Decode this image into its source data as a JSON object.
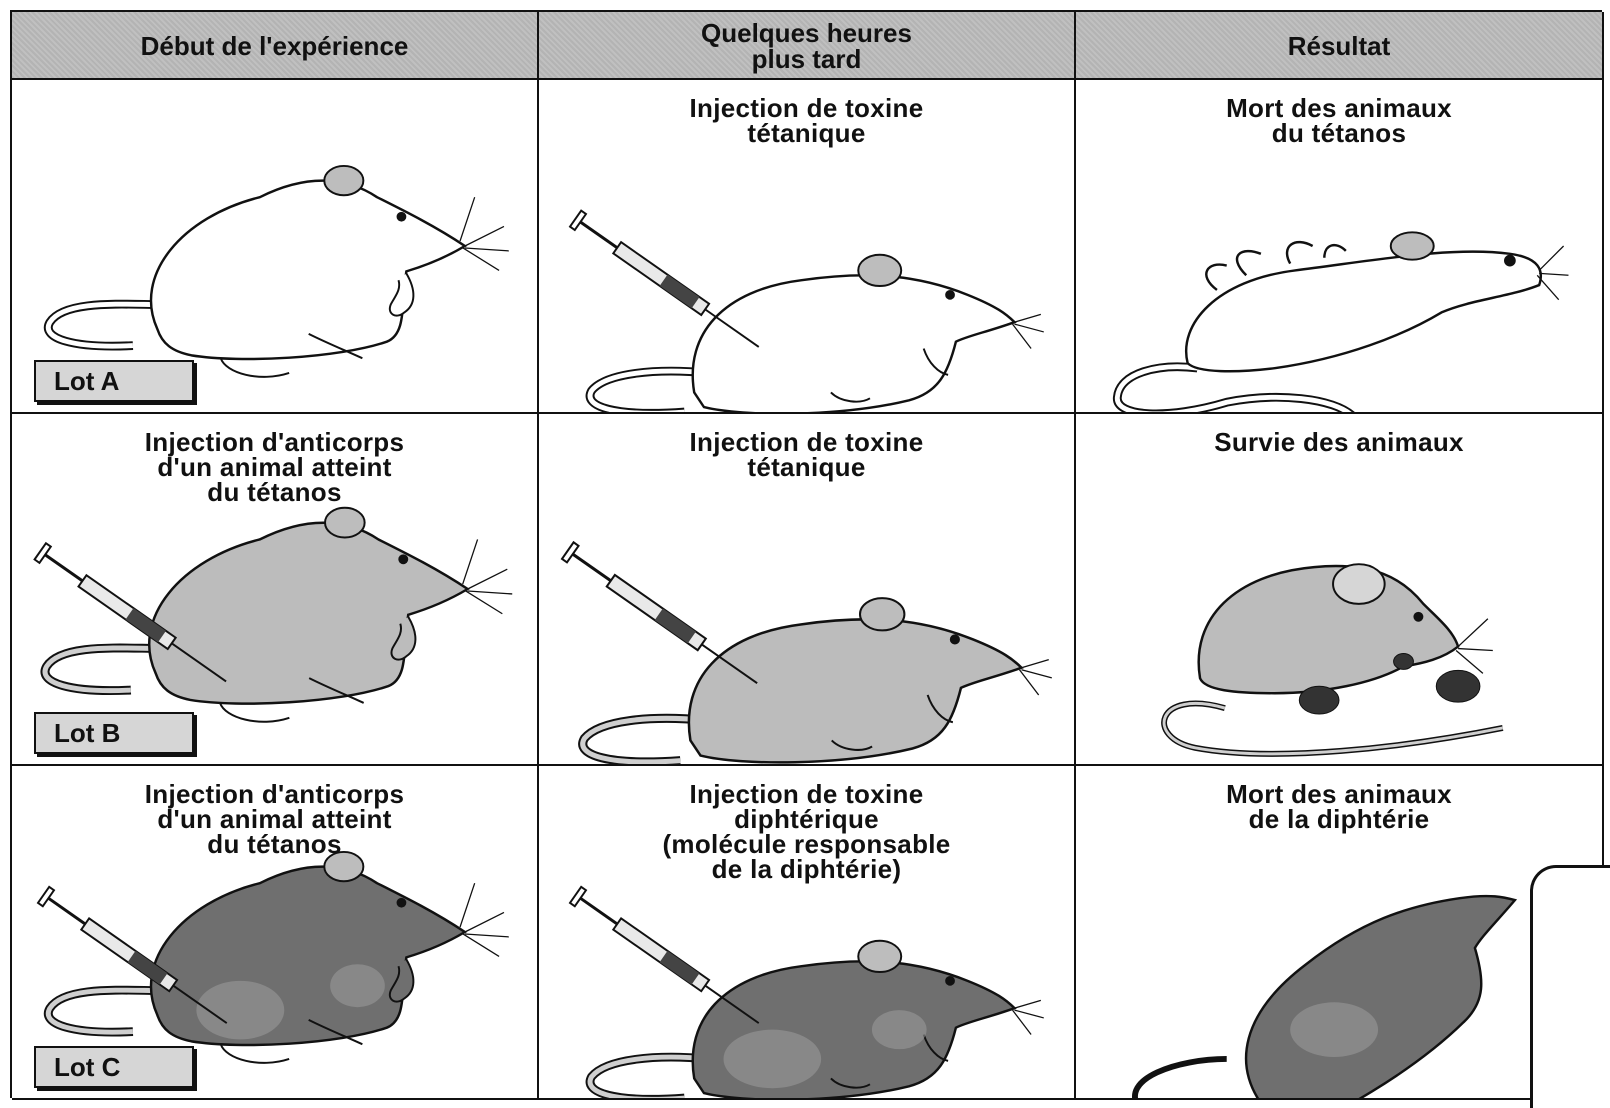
{
  "headers": [
    "Début de l'expérience",
    "Quelques heures plus tard",
    "Résultat"
  ],
  "header_lines": [
    [
      "Début de l'expérience"
    ],
    [
      "Quelques heures",
      "plus tard"
    ],
    [
      "Résultat"
    ]
  ],
  "rows": [
    {
      "lot": "Lot A",
      "start_lines": [],
      "later_lines": [
        "Injection de toxine",
        "tétanique"
      ],
      "result_lines": [
        "Mort des animaux",
        "du tétanos"
      ],
      "mouse_fill": "#ffffff"
    },
    {
      "lot": "Lot B",
      "start_lines": [
        "Injection d'anticorps",
        "d'un animal atteint",
        "du tétanos"
      ],
      "later_lines": [
        "Injection de toxine",
        "tétanique"
      ],
      "result_lines": [
        "Survie des animaux"
      ],
      "mouse_fill": "#bcbcbc"
    },
    {
      "lot": "Lot C",
      "start_lines": [
        "Injection d'anticorps",
        "d'un animal atteint",
        "du tétanos"
      ],
      "later_lines": [
        "Injection de toxine",
        "diphtérique",
        "(molécule responsable",
        "de la diphtérie)"
      ],
      "result_lines": [
        "Mort des animaux",
        "de la diphtérie"
      ],
      "mouse_fill": "#6f6f6f"
    }
  ],
  "colors": {
    "header_bg": "#bdbdbd",
    "border": "#111111",
    "lot_bg": "#d6d6d6"
  },
  "icons": [
    "mouse-icon",
    "syringe-icon",
    "dead-mouse-icon",
    "eating-mouse-icon",
    "seed-icon"
  ]
}
